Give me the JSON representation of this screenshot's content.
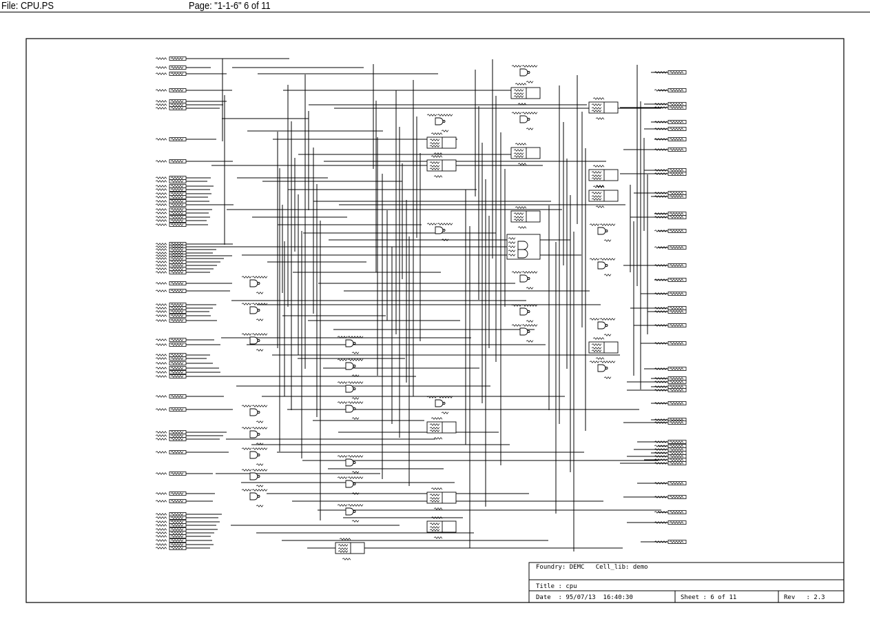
{
  "header": {
    "file_label": "File: CPU.PS",
    "page_label": "Page: \"1-1-6\"  6 of 11"
  },
  "title_block": {
    "foundry": "Foundry: DEMC   Cell_lib: demo",
    "title": "Title : cpu",
    "date": "Date  : 95/07/13  16:40:30",
    "sheet": "Sheet : 6 of 11",
    "rev": "Rev   : 2.3"
  },
  "colors": {
    "ink": "#000000",
    "paper": "#ffffff"
  },
  "symbols": {
    "nand_gate": "nand-gate-symbol",
    "dff": "d-flipflop-symbol",
    "port": "io-port-symbol"
  }
}
